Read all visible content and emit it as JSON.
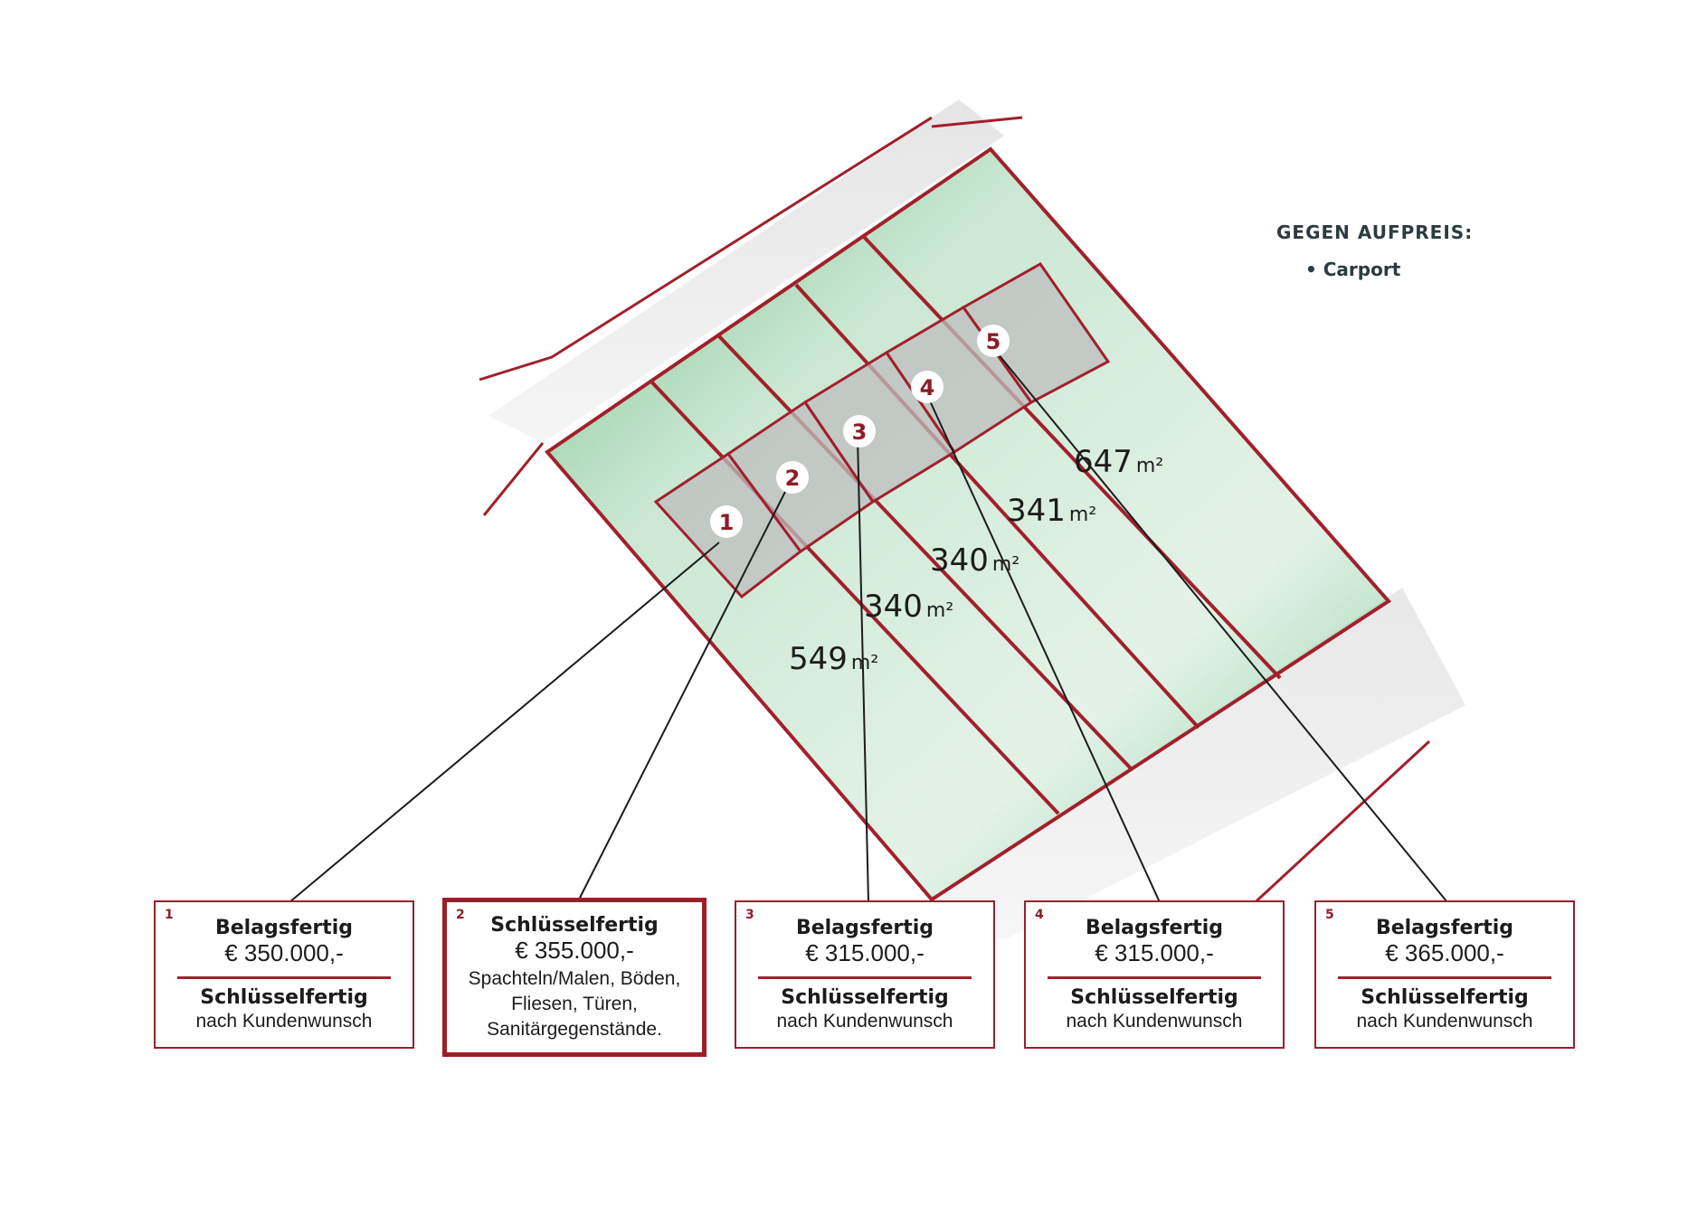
{
  "extras": {
    "title": "GEGEN AUFPREIS:",
    "items": [
      "• Carport"
    ]
  },
  "colors": {
    "accent": "#a1202c",
    "lawn": "#3aa85a",
    "house": "#bdbdbd",
    "text": "#1c1c1c"
  },
  "plots": [
    {
      "number": "1",
      "area_value": "549",
      "area_unit": "m²"
    },
    {
      "number": "2",
      "area_value": "340",
      "area_unit": "m²"
    },
    {
      "number": "3",
      "area_value": "340",
      "area_unit": "m²"
    },
    {
      "number": "4",
      "area_value": "341",
      "area_unit": "m²"
    },
    {
      "number": "5",
      "area_value": "647",
      "area_unit": "m²"
    }
  ],
  "cards": [
    {
      "number": "1",
      "title": "Belagsfertig",
      "price": "€ 350.000,-",
      "subtitle": "Schlüsselfertig",
      "note": "nach Kundenwunsch"
    },
    {
      "number": "2",
      "title": "Schlüsselfertig",
      "price": "€ 355.000,-",
      "desc": [
        "Spachteln/Malen, Böden,",
        "Fliesen, Türen,",
        "Sanitärgegenstände."
      ]
    },
    {
      "number": "3",
      "title": "Belagsfertig",
      "price": "€ 315.000,-",
      "subtitle": "Schlüsselfertig",
      "note": "nach Kundenwunsch"
    },
    {
      "number": "4",
      "title": "Belagsfertig",
      "price": "€ 315.000,-",
      "subtitle": "Schlüsselfertig",
      "note": "nach Kundenwunsch"
    },
    {
      "number": "5",
      "title": "Belagsfertig",
      "price": "€ 365.000,-",
      "subtitle": "Schlüsselfertig",
      "note": "nach Kundenwunsch"
    }
  ]
}
